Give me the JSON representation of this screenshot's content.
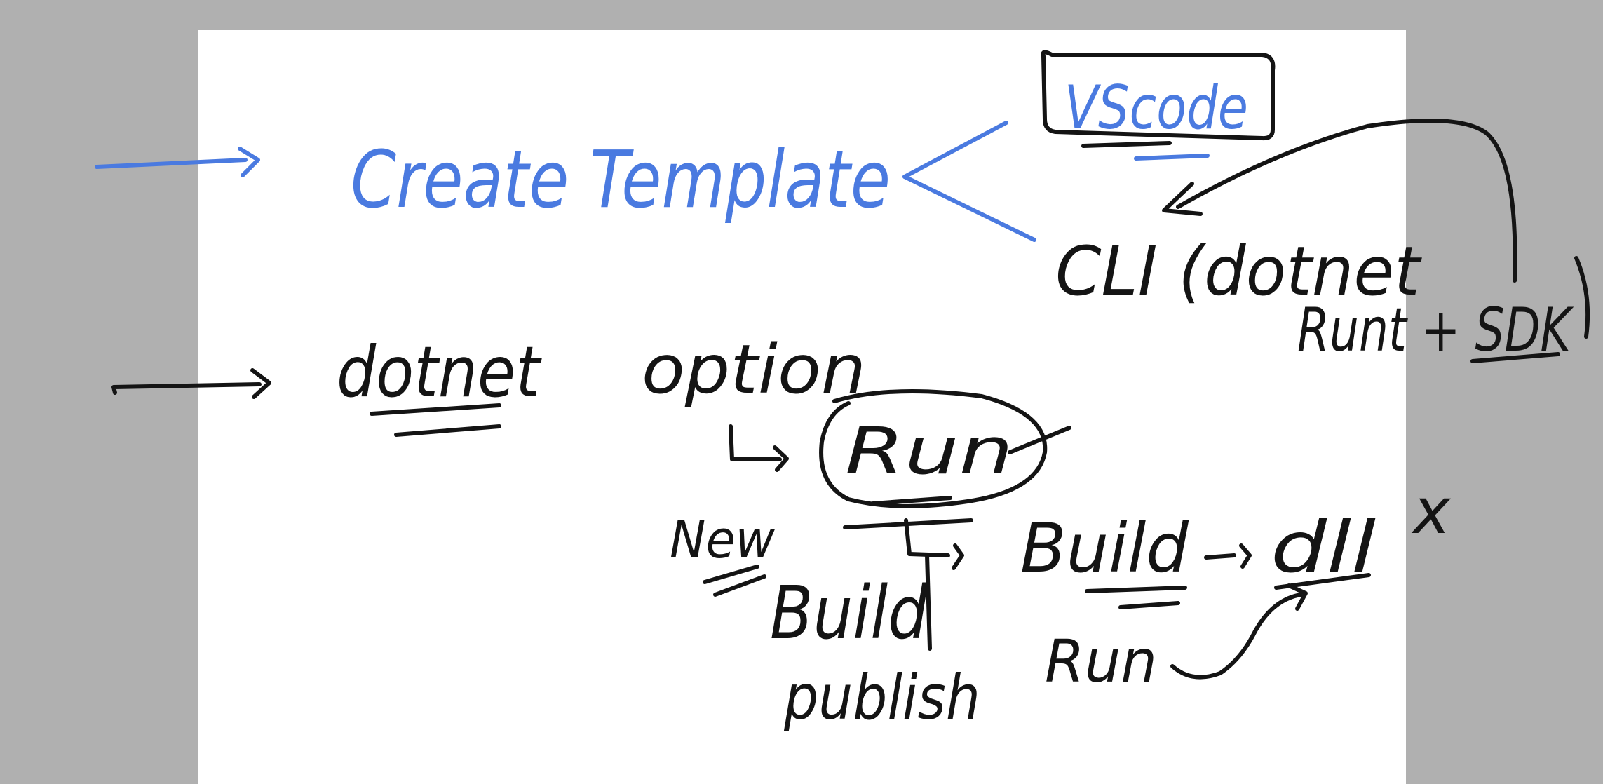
{
  "colors": {
    "canvas_background": "#b0b0b0",
    "page_background": "#ffffff",
    "blue_ink": "#4a7ae0",
    "black_ink": "#141414"
  },
  "notes": {
    "create_template": "Create Template",
    "vscode": "VScode",
    "cli": "CLI (dotnet",
    "runtime_sdk": "Runt + SDK",
    "dotnet": "dotnet",
    "option": "option",
    "run": "Run",
    "new": "New",
    "build_left": "Build",
    "publish": "publish",
    "build_right": "Build",
    "dll": "dll",
    "run_bottom": "Run",
    "cross": "x"
  }
}
